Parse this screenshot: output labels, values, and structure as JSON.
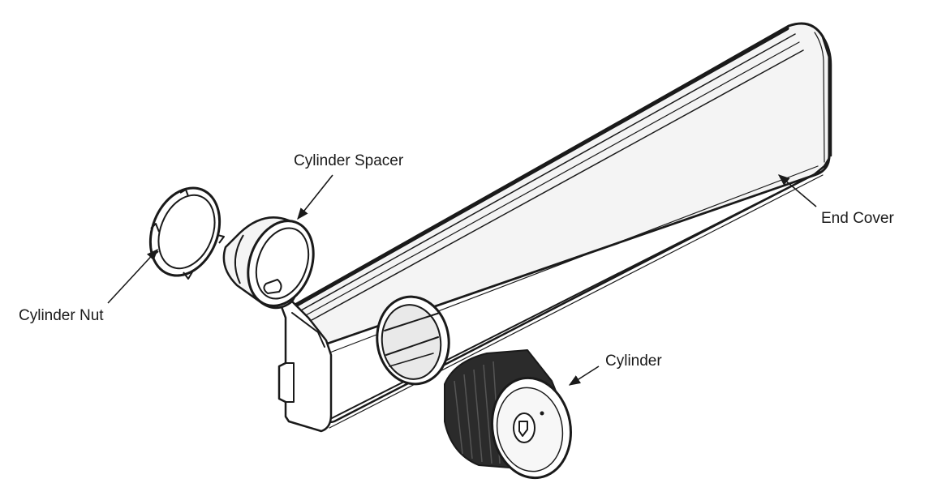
{
  "labels": {
    "cylinder_spacer": "Cylinder Spacer",
    "cylinder_nut": "Cylinder Nut",
    "end_cover": "End Cover",
    "cylinder": "Cylinder"
  },
  "colors": {
    "line": "#1a1a1a",
    "fill_light": "#f2f2f2",
    "fill_white": "#ffffff",
    "fill_dark": "#2b2b2b"
  }
}
